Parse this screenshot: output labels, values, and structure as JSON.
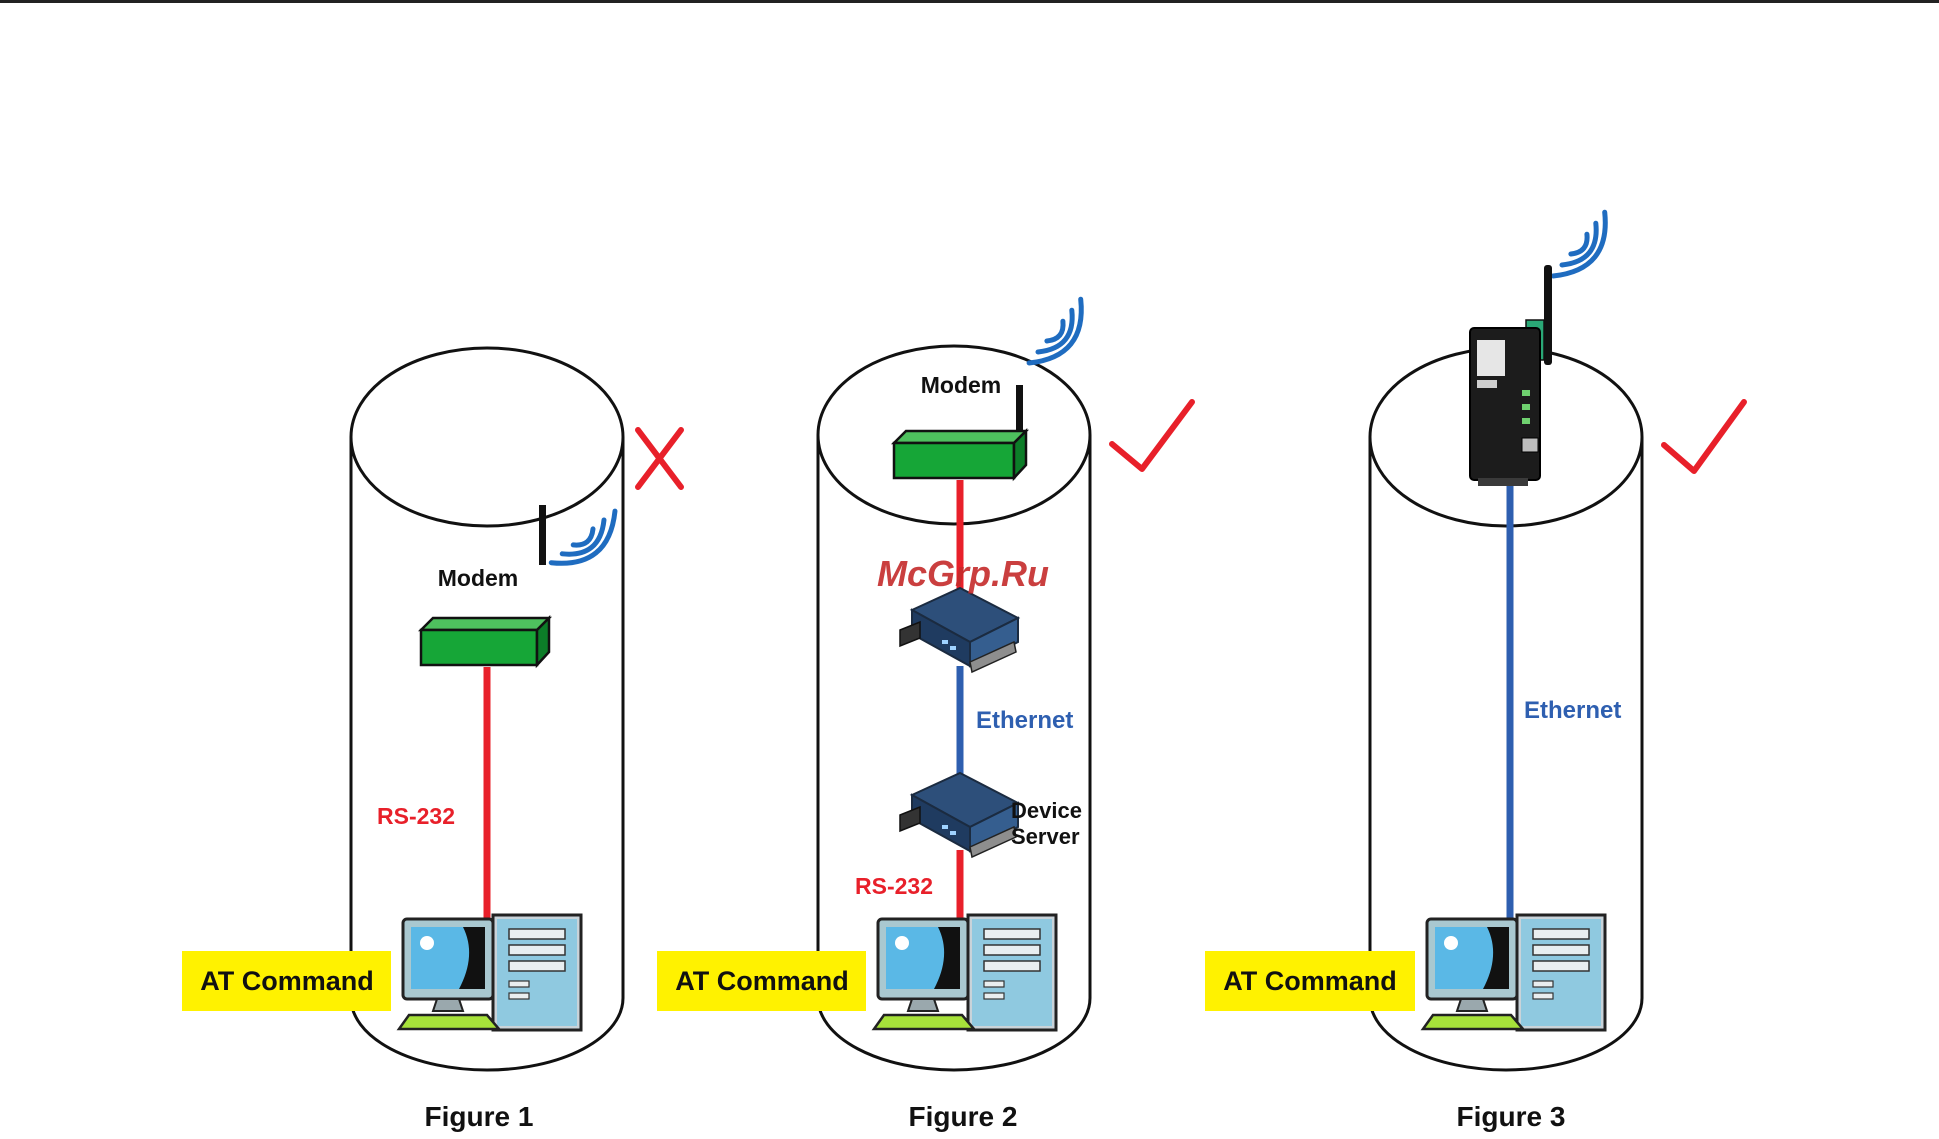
{
  "labels": {
    "modem": "Modem",
    "rs232": "RS-232",
    "ethernet": "Ethernet",
    "device_server_line1": "Device",
    "device_server_line2": "Server",
    "at_command": "AT Command"
  },
  "figures": [
    {
      "caption": "Figure 1",
      "status": "not-supported"
    },
    {
      "caption": "Figure 2",
      "status": "supported"
    },
    {
      "caption": "Figure 3",
      "status": "supported"
    }
  ],
  "watermark": "McGrp.Ru",
  "colors": {
    "rs232_line": "#e8202a",
    "ethernet_line": "#2e5fb0",
    "ethernet_text": "#2e5fb0",
    "modem_green": "#16a637",
    "badge_yellow": "#fff200",
    "mark_red": "#e8202a",
    "wifi_blue": "#1f6cc0"
  }
}
